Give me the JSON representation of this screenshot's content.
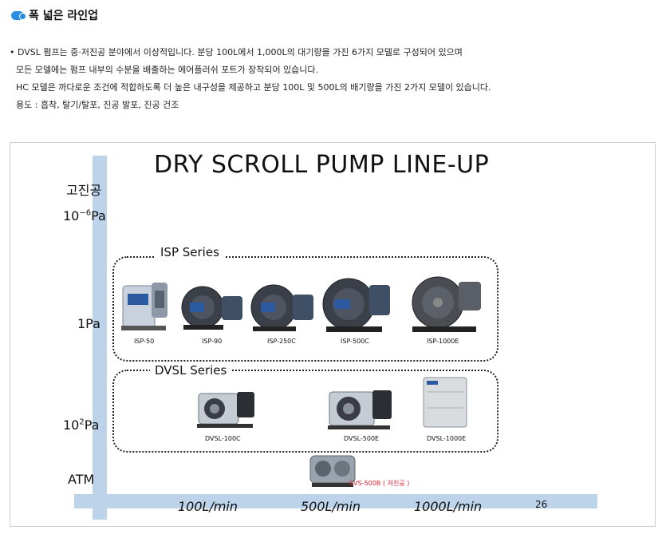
{
  "header": {
    "icon": "bullet-icon",
    "title": "폭 넓은 라인업"
  },
  "description": {
    "lines": [
      "• DVSL 펌프는 중·저진공 분야에서 이상적입니다. 분당 100L에서 1,000L의 대기량을 가진 6가지 모델로 구성되어 있으며",
      "모든 모델에는 펌프 내부의 수분을 배출하는 에어플러쉬 포트가 장착되어 있습니다.",
      "HC 모델은 까다로운 조건에 적합하도록 더 높은 내구성을 제공하고 분당 100L 및 500L의 배기량을 가진 2가지 모델이 있습니다.",
      "용도 : 흡착, 탈기/탈포, 진공 발포, 진공 건조"
    ]
  },
  "figure": {
    "title": "DRY SCROLL PUMP LINE-UP",
    "y_axis": {
      "top_label": "고진공",
      "levels": [
        "10",
        "−6",
        "Pa",
        "1Pa",
        "10",
        "2",
        "Pa",
        "ATM"
      ]
    },
    "x_axis": {
      "labels": [
        "100L/min",
        "500L/min",
        "1000L/min"
      ]
    },
    "page_number": "26",
    "isp_series": {
      "label": "ISP Series",
      "models": [
        "ISP-50",
        "ISP-90",
        "ISP-250C",
        "ISP-500C",
        "ISP-1000E"
      ]
    },
    "dvsl_series": {
      "label": "DVSL Series",
      "models": [
        "DVSL-100C",
        "DVSL-500E",
        "DVSL-1000E"
      ]
    },
    "gvs": {
      "model": "GVS-500B ( 저진공 )"
    },
    "colors": {
      "axis": "#bcd3ea",
      "accent": "#2a8fe0",
      "gvs_label": "#dd2233"
    }
  }
}
